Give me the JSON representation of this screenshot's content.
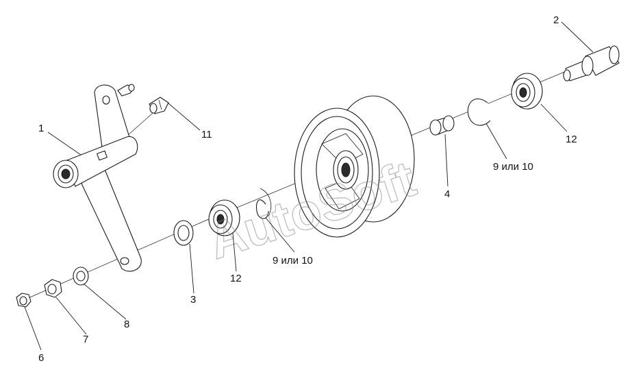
{
  "watermark": "AutoSoft",
  "callouts": {
    "c1": "1",
    "c2": "2",
    "c3": "3",
    "c4": "4",
    "c6": "6",
    "c7": "7",
    "c8": "8",
    "c9a": "9 или 10",
    "c9b": "9 или 10",
    "c11": "11",
    "c12a": "12",
    "c12b": "12"
  }
}
